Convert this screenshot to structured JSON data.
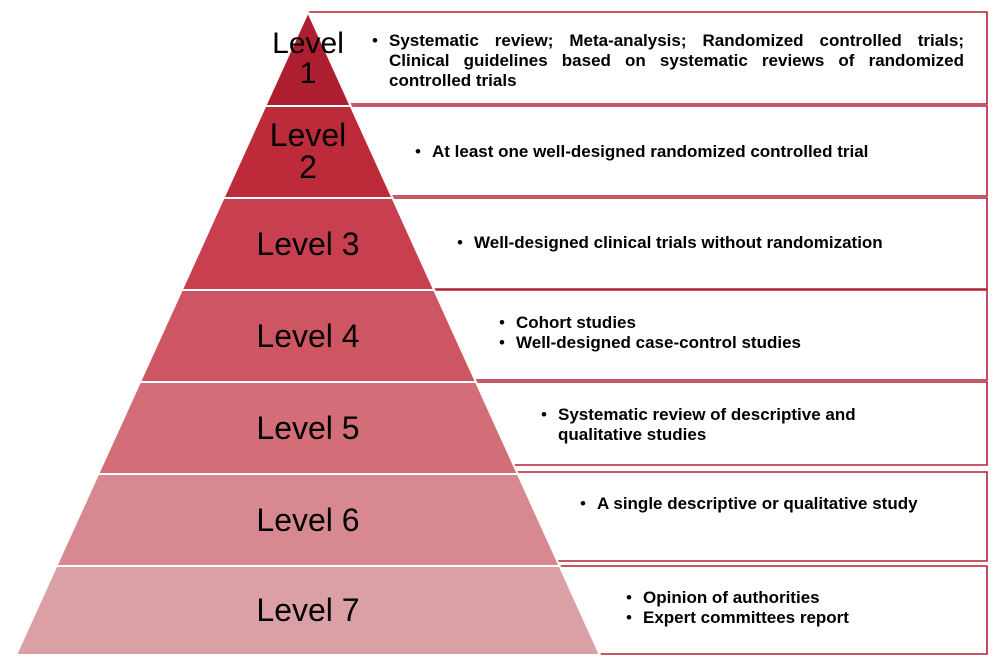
{
  "colors": {
    "border": "#b22232",
    "tiers": [
      "#ad1e30",
      "#bd2a3a",
      "#c8404f",
      "#ce5562",
      "#d36d78",
      "#d78890",
      "#dba0a5"
    ]
  },
  "levels": [
    {
      "label_line1": "Level",
      "label_line2": "1",
      "items": [
        "Systematic review; Meta-analysis; Randomized controlled trials; Clinical guidelines based on systematic reviews of randomized controlled trials"
      ]
    },
    {
      "label_line1": "Level",
      "label_line2": "2",
      "items": [
        "At least one well-designed randomized controlled trial"
      ]
    },
    {
      "label_line1": "Level 3",
      "label_line2": "",
      "items": [
        "Well-designed clinical trials without randomization"
      ]
    },
    {
      "label_line1": "Level 4",
      "label_line2": "",
      "items": [
        "Cohort studies",
        "Well-designed case-control studies"
      ]
    },
    {
      "label_line1": "Level 5",
      "label_line2": "",
      "items": [
        "Systematic review of descriptive and qualitative studies"
      ]
    },
    {
      "label_line1": "Level 6",
      "label_line2": "",
      "items": [
        "A single descriptive or qualitative study"
      ]
    },
    {
      "label_line1": "Level 7",
      "label_line2": "",
      "items": [
        "Opinion of authorities",
        "Expert committees report"
      ]
    }
  ]
}
